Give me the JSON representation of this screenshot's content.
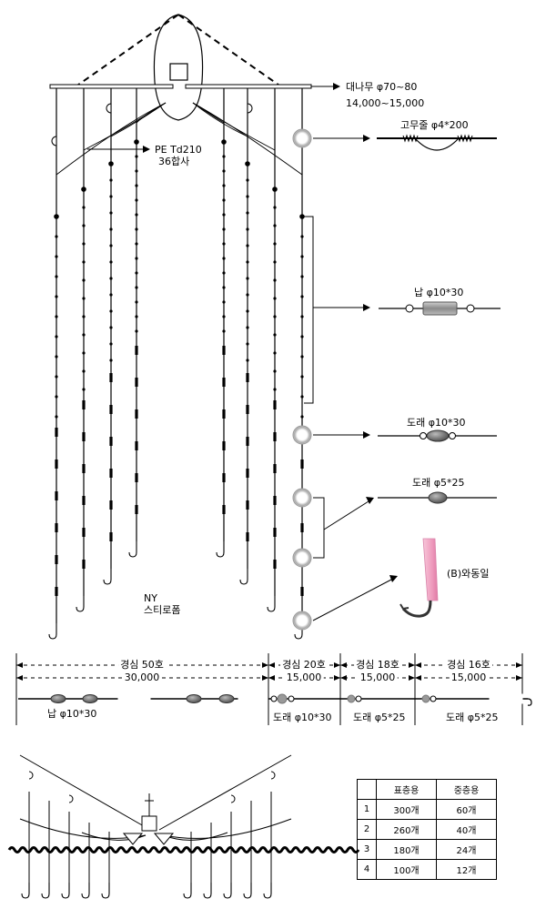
{
  "top": {
    "bamboo_label": "대나무 φ70~80",
    "bamboo_length": "14,000~15,000",
    "pe_line_label": "PE Td210",
    "pe_line_spec": "36합사",
    "float_label_a": "NY",
    "float_label_b": "스티로폼"
  },
  "callouts": {
    "rubber": "고무줄 φ4*200",
    "lead": "납 φ10*30",
    "sinker_big": "도래 φ10*30",
    "sinker_small": "도래 φ5*25",
    "jig": "(B)와동일"
  },
  "dimension": {
    "seg1_depth": "경심 50호",
    "seg1_len": "30,000",
    "seg2_depth": "경심 20호",
    "seg2_len": "15,000",
    "seg3_depth": "경심 18호",
    "seg3_len": "15,000",
    "seg4_depth": "경심 16호",
    "seg4_len": "15,000",
    "seg1_fitting": "납 φ10*30",
    "seg2_fitting": "도래 φ10*30",
    "seg3_fitting": "도래 φ5*25",
    "seg4_fitting": "도래 φ5*25"
  },
  "table": {
    "headers": [
      "",
      "표층용",
      "중층용"
    ],
    "rows": [
      [
        "1",
        "300개",
        "60개"
      ],
      [
        "2",
        "260개",
        "40개"
      ],
      [
        "3",
        "180개",
        "24개"
      ],
      [
        "4",
        "100개",
        "12개"
      ]
    ]
  },
  "colors": {
    "line": "#000000",
    "grey_weight": "#9a9a9a",
    "pink_lure": "#f2a6c4",
    "ring": "#b8b8b8"
  }
}
